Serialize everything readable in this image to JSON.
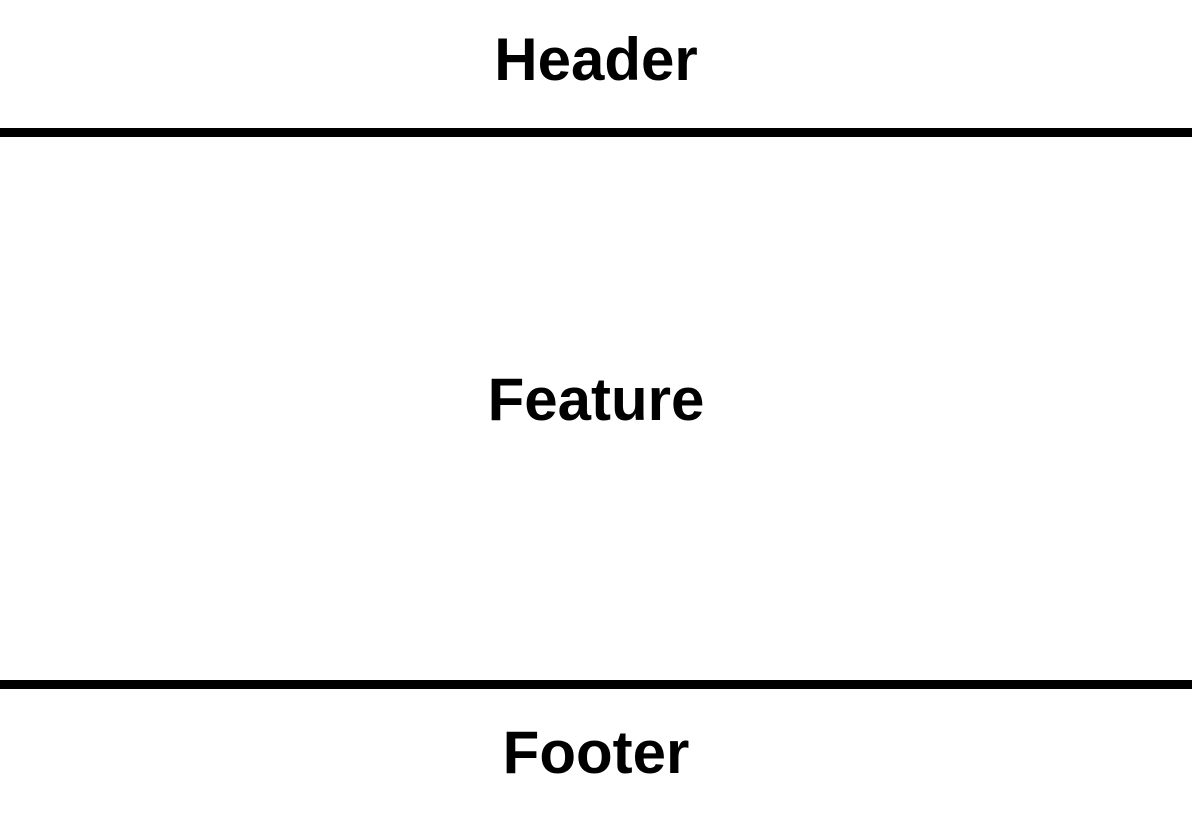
{
  "sections": {
    "header": "Header",
    "feature": "Feature",
    "footer": "Footer"
  },
  "colors": {
    "background": "#ffffff",
    "text": "#000000",
    "divider": "#000000"
  }
}
